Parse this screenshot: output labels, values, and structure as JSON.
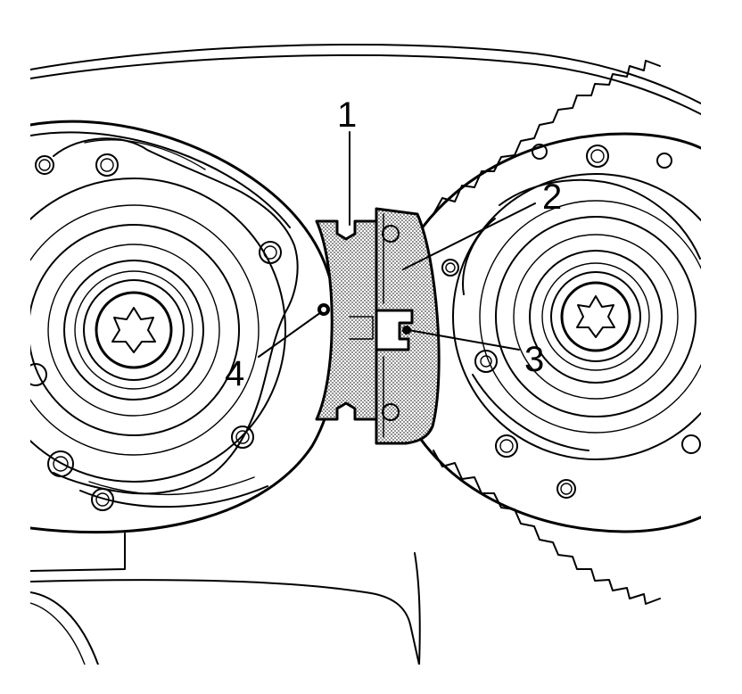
{
  "diagram": {
    "callouts": [
      {
        "id": "1",
        "label": "1"
      },
      {
        "id": "2",
        "label": "2"
      },
      {
        "id": "3",
        "label": "3"
      },
      {
        "id": "4",
        "label": "4"
      }
    ],
    "colors": {
      "line": "#000000",
      "background": "#ffffff",
      "tool_fill": "#bdbdbd"
    }
  }
}
